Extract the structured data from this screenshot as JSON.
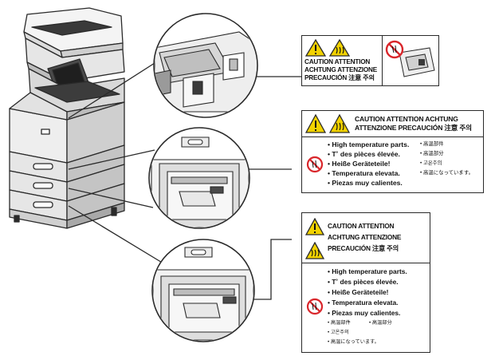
{
  "label1": {
    "header_lines": [
      "CAUTION  ATTENTION",
      "ACHTUNG  ATTENZIONE",
      "PRECAUCIÓN  注意  주의"
    ]
  },
  "label2": {
    "header_lines": [
      "CAUTION  ATTENTION  ACHTUNG",
      "ATTENZIONE  PRECAUCIÓN  注意  주의"
    ],
    "bullets": [
      "• High temperature parts.",
      "• T˚ des pièces élevée.",
      "• Heiße Geräteteile!",
      "• Temperatura elevata.",
      "• Piezas muy calientes."
    ],
    "cjk_bullets": [
      "• 高温部件",
      "• 高溫部分",
      "• 고온주의",
      "• 高温になっています。"
    ]
  },
  "label3": {
    "header_lines": [
      "CAUTION  ATTENTION",
      "ACHTUNG  ATTENZIONE",
      "PRECAUCIÓN  注意  주의"
    ],
    "bullets": [
      "• High temperature parts.",
      "• T˚ des pièces élevée.",
      "• Heiße Geräteteile!",
      "• Temperatura elevata.",
      "• Piezas muy calientes."
    ],
    "cjk_row": [
      "• 高温部件",
      "• 高溫部分"
    ],
    "cjk_bullets": [
      "• 고온주의",
      "• 高温になっています。"
    ]
  },
  "colors": {
    "warning_yellow": "#f2d200",
    "prohibit_red": "#d9262b",
    "line": "#2a2a2a",
    "machine_light": "#e9e9e9",
    "machine_dark": "#3c3c3c"
  }
}
